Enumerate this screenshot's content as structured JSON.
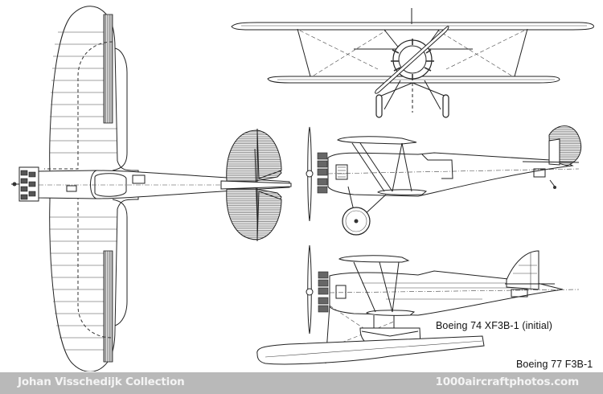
{
  "drawing": {
    "subject": "Boeing F3B-1 three-view line drawing",
    "views": [
      {
        "name": "top-view",
        "label": ""
      },
      {
        "name": "front-view",
        "label": ""
      },
      {
        "name": "side-view-landplane",
        "label": ""
      },
      {
        "name": "side-view-seaplane",
        "label": ""
      },
      {
        "name": "horizontal-tail-plan",
        "label": ""
      }
    ]
  },
  "captions": {
    "variant_1": "Boeing 74 XF3B-1 (initial)",
    "variant_2": "Boeing 77 F3B-1"
  },
  "footer": {
    "collection": "Johan Visschedijk Collection",
    "website": "1000aircraftphotos.com",
    "background": "#b9b9b9",
    "text_color": "#f4f4f4"
  }
}
